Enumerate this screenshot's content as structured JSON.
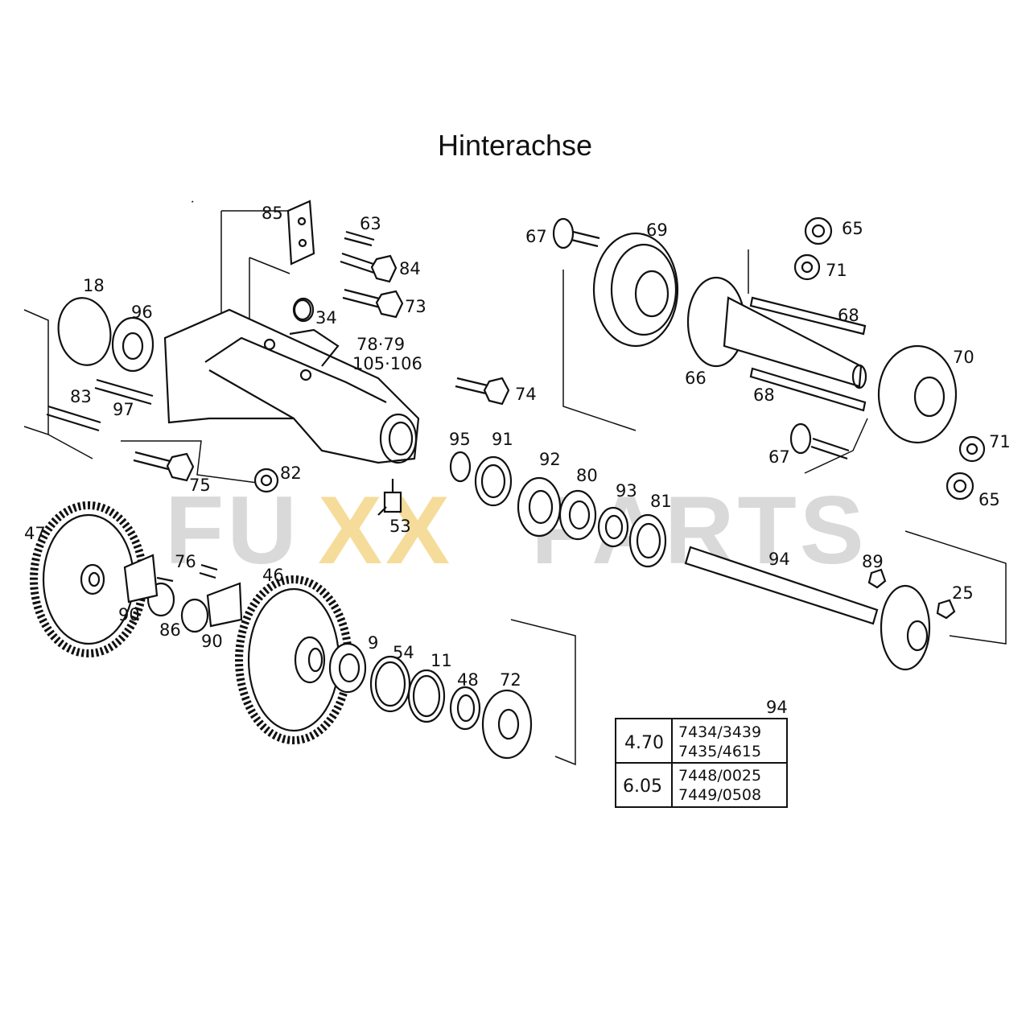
{
  "title": "Hinterachse",
  "watermark": {
    "left": "FU",
    "middle": "XX",
    "right": "PARTS",
    "grey_color": "#d9d9d9",
    "accent_color": "#f6dc9a"
  },
  "labels": {
    "p18": "18",
    "p96": "96",
    "p83": "83",
    "p97": "97",
    "p75": "75",
    "p82": "82",
    "p85": "85",
    "p63": "63",
    "p84": "84",
    "p73": "73",
    "p34": "34",
    "p7879": "78·79",
    "p105106": "105·106",
    "p74": "74",
    "p95": "95",
    "p91": "91",
    "p53": "53",
    "p92": "92",
    "p80": "80",
    "p93": "93",
    "p81": "81",
    "p67a": "67",
    "p69": "69",
    "p65a": "65",
    "p71a": "71",
    "p68a": "68",
    "p66": "66",
    "p68b": "68",
    "p70": "70",
    "p67b": "67",
    "p71b": "71",
    "p65b": "65",
    "p47": "47",
    "p90a": "90",
    "p76": "76",
    "p86": "86",
    "p90b": "90",
    "p46": "46",
    "p9": "9",
    "p54": "54",
    "p11": "11",
    "p48": "48",
    "p72": "72",
    "p94": "94",
    "p89": "89",
    "p25": "25"
  },
  "table": {
    "header": "94",
    "rows": [
      {
        "key": "4.70",
        "codes": [
          "7434/3439",
          "7435/4615"
        ]
      },
      {
        "key": "6.05",
        "codes": [
          "7448/0025",
          "7449/0508"
        ]
      }
    ]
  }
}
